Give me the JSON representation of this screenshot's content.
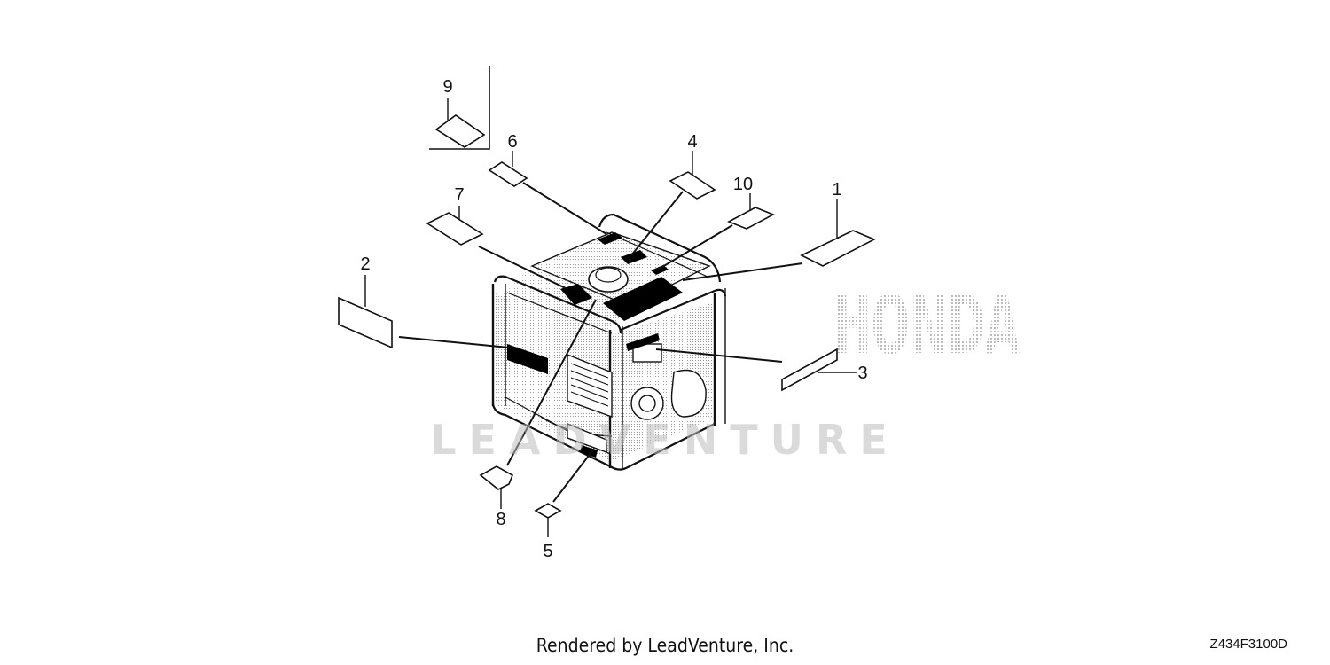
{
  "watermark": {
    "brand": "HONDA",
    "vendor": "LEADVENTURE",
    "color": "#bdbdbd"
  },
  "callouts": [
    {
      "id": "1",
      "label": "1"
    },
    {
      "id": "2",
      "label": "2"
    },
    {
      "id": "3",
      "label": "3"
    },
    {
      "id": "4",
      "label": "4"
    },
    {
      "id": "5",
      "label": "5"
    },
    {
      "id": "6",
      "label": "6"
    },
    {
      "id": "7",
      "label": "7"
    },
    {
      "id": "8",
      "label": "8"
    },
    {
      "id": "9",
      "label": "9"
    },
    {
      "id": "10",
      "label": "10"
    }
  ],
  "footer": {
    "credit": "Rendered by LeadVenture, Inc.",
    "drawing_code": "Z434F3100D"
  },
  "colors": {
    "line": "#111111",
    "label_fill": "#000000",
    "background": "#ffffff"
  }
}
